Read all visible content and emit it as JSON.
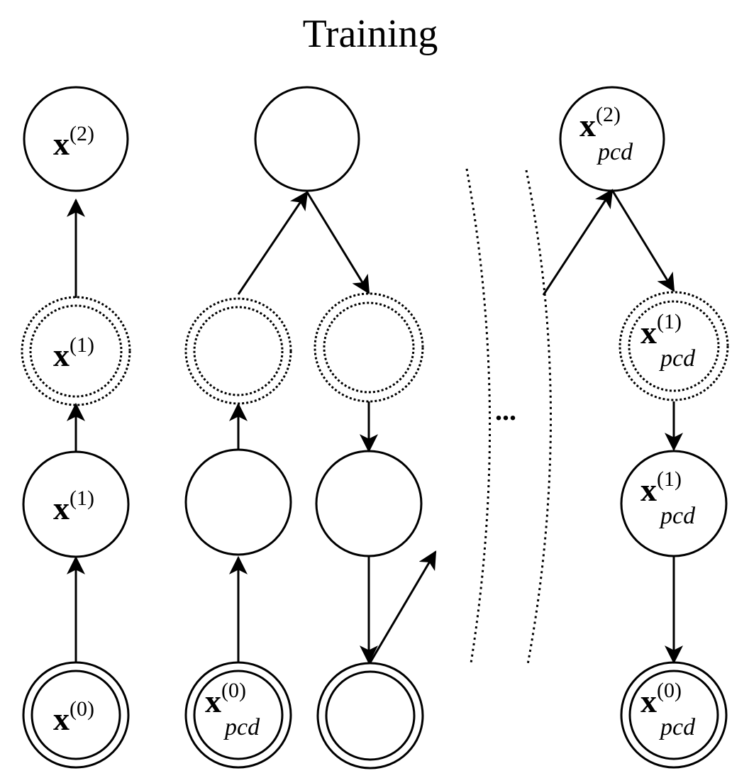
{
  "title": "Training",
  "ellipsis": "...",
  "labels": {
    "x": "x",
    "sup_0": "(0)",
    "sup_1": "(1)",
    "sup_2": "(2)",
    "pcd": "pcd"
  }
}
